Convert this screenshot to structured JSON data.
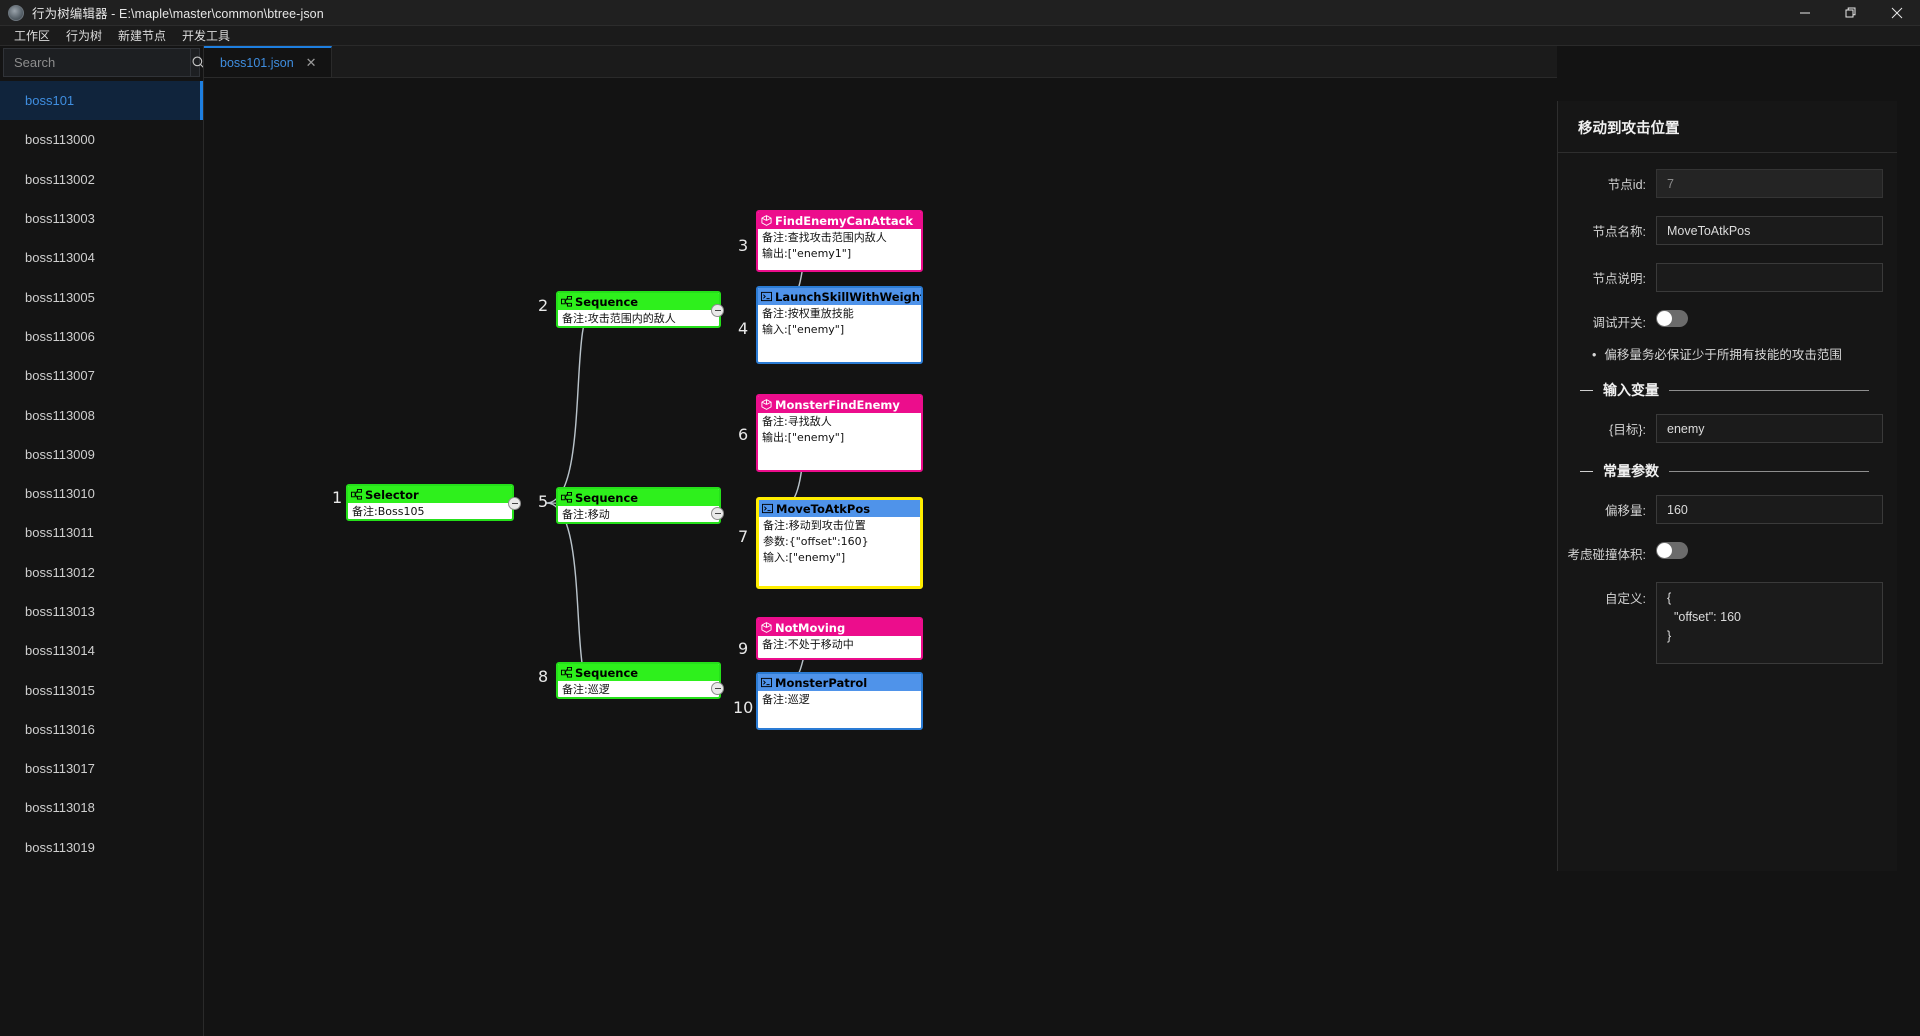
{
  "window": {
    "title": "行为树编辑器 - E:\\maple\\master\\common\\btree-json",
    "app_icon": "app-logo-icon",
    "minimize": "minimize-icon",
    "maximize": "maximize-icon",
    "close": "close-icon"
  },
  "menubar": {
    "items": [
      {
        "label": "工作区"
      },
      {
        "label": "行为树"
      },
      {
        "label": "新建节点"
      },
      {
        "label": "开发工具"
      }
    ]
  },
  "sidebar": {
    "search": {
      "placeholder": "Search",
      "value": "",
      "icon": "search-icon"
    },
    "items": [
      {
        "label": "boss101",
        "active": true
      },
      {
        "label": "boss113000",
        "active": false
      },
      {
        "label": "boss113002",
        "active": false
      },
      {
        "label": "boss113003",
        "active": false
      },
      {
        "label": "boss113004",
        "active": false
      },
      {
        "label": "boss113005",
        "active": false
      },
      {
        "label": "boss113006",
        "active": false
      },
      {
        "label": "boss113007",
        "active": false
      },
      {
        "label": "boss113008",
        "active": false
      },
      {
        "label": "boss113009",
        "active": false
      },
      {
        "label": "boss113010",
        "active": false
      },
      {
        "label": "boss113011",
        "active": false
      },
      {
        "label": "boss113012",
        "active": false
      },
      {
        "label": "boss113013",
        "active": false
      },
      {
        "label": "boss113014",
        "active": false
      },
      {
        "label": "boss113015",
        "active": false
      },
      {
        "label": "boss113016",
        "active": false
      },
      {
        "label": "boss113017",
        "active": false
      },
      {
        "label": "boss113018",
        "active": false
      },
      {
        "label": "boss113019",
        "active": false
      }
    ]
  },
  "tabs": [
    {
      "label": "boss101.json",
      "active": true,
      "close_icon": "close-icon"
    }
  ],
  "tree": {
    "nodes": [
      {
        "index": "1",
        "title": "Selector",
        "kind": "composite",
        "icon": "composite-node-icon",
        "selected": false,
        "lines": [
          "备注:Boss105"
        ]
      },
      {
        "index": "2",
        "title": "Sequence",
        "kind": "composite",
        "icon": "composite-node-icon",
        "selected": false,
        "lines": [
          "备注:攻击范围内的敌人"
        ]
      },
      {
        "index": "3",
        "title": "FindEnemyCanAttack",
        "kind": "condition",
        "icon": "condition-node-icon",
        "selected": false,
        "lines": [
          "备注:查找攻击范围内敌人",
          "输出:[\"enemy1\"]"
        ]
      },
      {
        "index": "4",
        "title": "LaunchSkillWithWeight",
        "kind": "action",
        "icon": "action-node-icon",
        "selected": false,
        "lines": [
          "备注:按权重放技能",
          "输入:[\"enemy\"]"
        ]
      },
      {
        "index": "5",
        "title": "Sequence",
        "kind": "composite",
        "icon": "composite-node-icon",
        "selected": false,
        "lines": [
          "备注:移动"
        ]
      },
      {
        "index": "6",
        "title": "MonsterFindEnemy",
        "kind": "condition",
        "icon": "condition-node-icon",
        "selected": false,
        "lines": [
          "备注:寻找敌人",
          "输出:[\"enemy\"]"
        ]
      },
      {
        "index": "7",
        "title": "MoveToAtkPos",
        "kind": "action",
        "icon": "action-node-icon",
        "selected": true,
        "lines": [
          "备注:移动到攻击位置",
          "参数:{\"offset\":160}",
          "输入:[\"enemy\"]"
        ]
      },
      {
        "index": "8",
        "title": "Sequence",
        "kind": "composite",
        "icon": "composite-node-icon",
        "selected": false,
        "lines": [
          "备注:巡逻"
        ]
      },
      {
        "index": "9",
        "title": "NotMoving",
        "kind": "condition",
        "icon": "condition-node-icon",
        "selected": false,
        "lines": [
          "备注:不处于移动中"
        ]
      },
      {
        "index": "10",
        "title": "MonsterPatrol",
        "kind": "action",
        "icon": "action-node-icon",
        "selected": false,
        "lines": [
          "备注:巡逻"
        ]
      }
    ]
  },
  "properties": {
    "title": "移动到攻击位置",
    "fields": {
      "node_id_label": "节点id:",
      "node_id_value": "7",
      "node_name_label": "节点名称:",
      "node_name_value": "MoveToAtkPos",
      "node_desc_label": "节点说明:",
      "node_desc_value": "",
      "debug_label": "调试开关:",
      "debug_on": false
    },
    "note": "偏移量务必保证少于所拥有技能的攻击范围",
    "input_section": {
      "title": "输入变量",
      "rows": [
        {
          "label": "{目标}:",
          "value": "enemy"
        }
      ]
    },
    "const_section": {
      "title": "常量参数",
      "rows": [
        {
          "label": "偏移量:",
          "value": "160"
        }
      ],
      "collision_label": "考虑碰撞体积:",
      "collision_on": false,
      "custom_label": "自定义:",
      "custom_value": "{\n  \"offset\": 160\n}"
    }
  },
  "colors": {
    "composite": "#2ef01c",
    "condition": "#ec0d8c",
    "action": "#4f93ea",
    "selected": "#ffee00",
    "accent": "#1e7fe0",
    "background": "#131313"
  }
}
